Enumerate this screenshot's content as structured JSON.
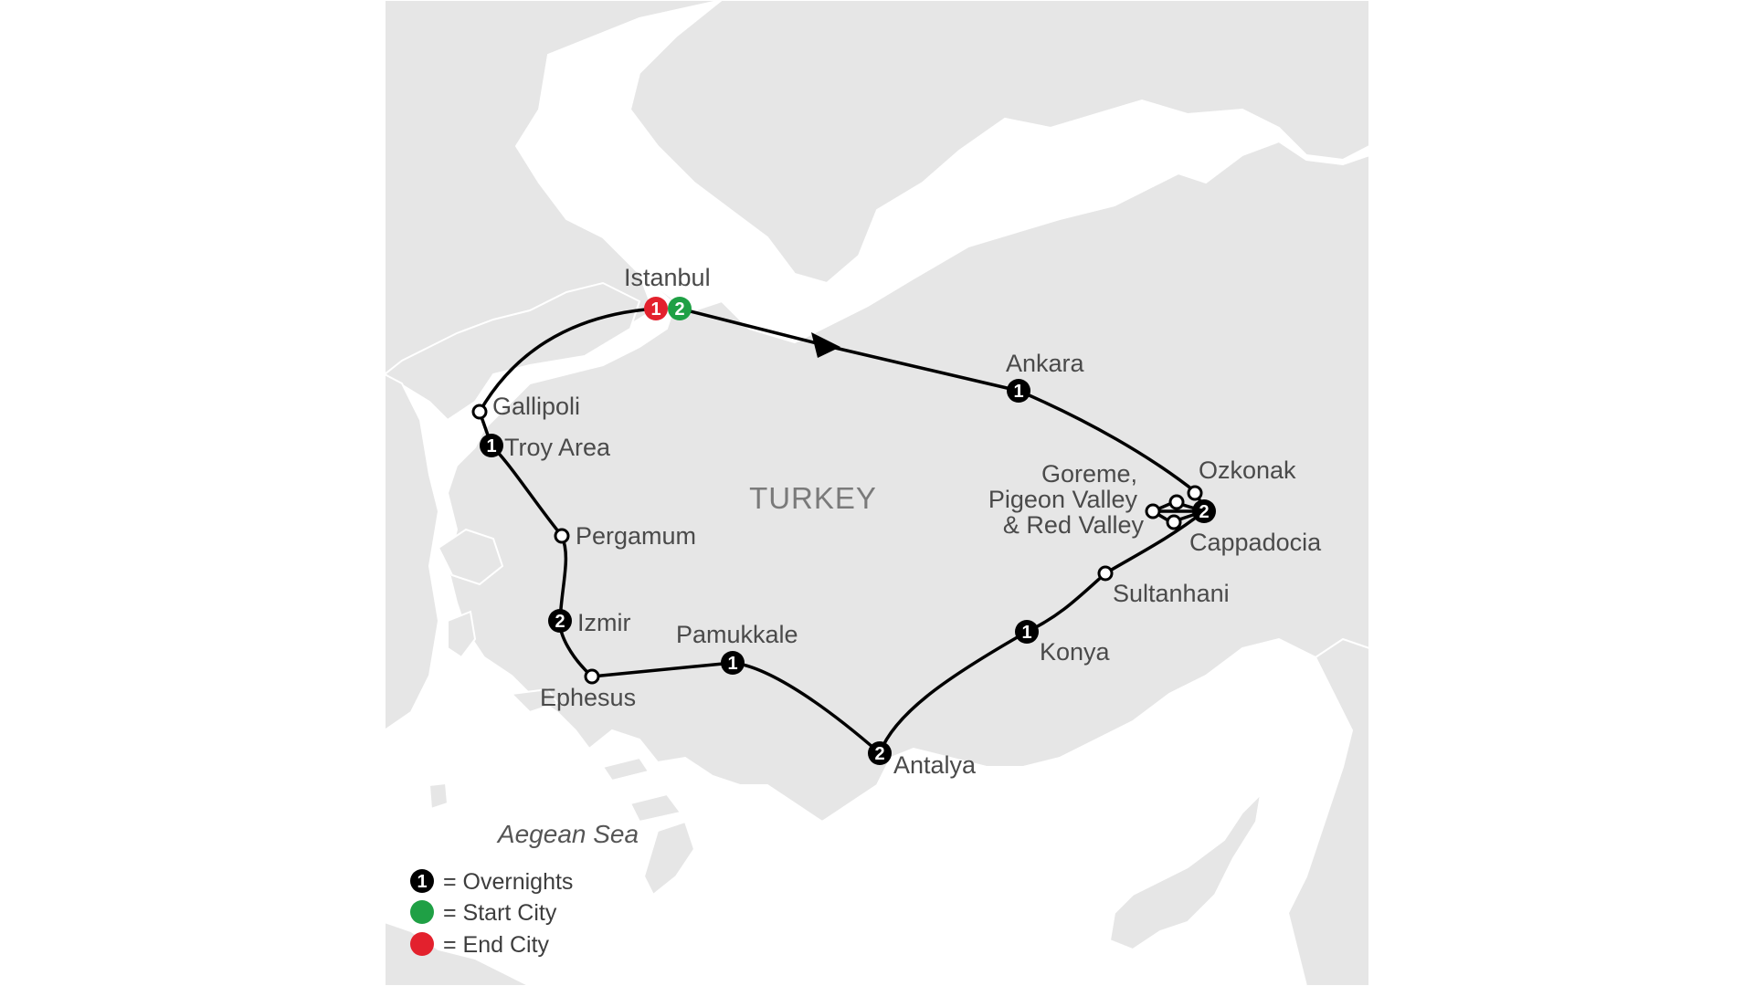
{
  "map": {
    "country": "TURKEY",
    "sea": "Aegean Sea",
    "colors": {
      "sea": "#ffffff",
      "land": "#e6e6e6",
      "coast": "#ffffff",
      "route": "#000000",
      "overnight": "#000000",
      "start": "#1fa045",
      "end": "#e3212d"
    },
    "stops": [
      {
        "name": "Istanbul"
      },
      {
        "name": "Ankara",
        "nights": "1"
      },
      {
        "name": "Ozkonak"
      },
      {
        "name": "Goreme,"
      },
      {
        "name": "Pigeon Valley"
      },
      {
        "name": "& Red Valley"
      },
      {
        "name": "Cappadocia",
        "nights": "2"
      },
      {
        "name": "Sultanhani"
      },
      {
        "name": "Konya",
        "nights": "1"
      },
      {
        "name": "Antalya",
        "nights": "2"
      },
      {
        "name": "Pamukkale",
        "nights": "1"
      },
      {
        "name": "Ephesus"
      },
      {
        "name": "Izmir",
        "nights": "2"
      },
      {
        "name": "Pergamum"
      },
      {
        "name": "Troy Area",
        "nights": "1"
      },
      {
        "name": "Gallipoli"
      }
    ],
    "istanbul_end_nights": "1",
    "istanbul_start_nights": "2"
  },
  "legend": {
    "symbol_number": "1",
    "items": [
      {
        "label": "= Overnights",
        "color": "#000000"
      },
      {
        "label": "= Start City",
        "color": "#1fa045"
      },
      {
        "label": "= End City",
        "color": "#e3212d"
      }
    ]
  }
}
